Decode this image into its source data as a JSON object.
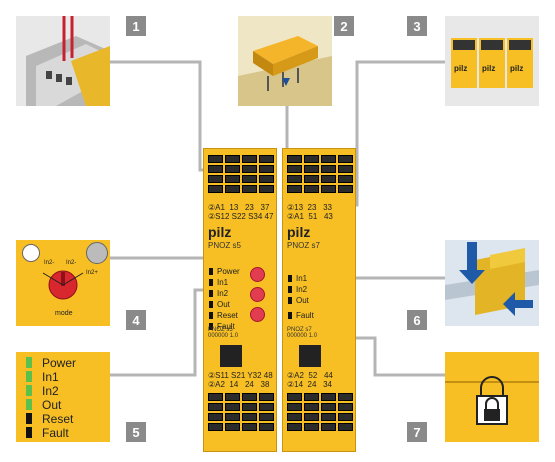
{
  "callouts": [
    "1",
    "2",
    "3",
    "4",
    "5",
    "6",
    "7"
  ],
  "colors": {
    "yellow": "#f7bf24",
    "connector_gray": "#b5b5b5",
    "badge_gray": "#8a8a8a",
    "led_green": "#5cc04c",
    "led_black": "#111111"
  },
  "module_left": {
    "top_labels": "②A1  13   23   37\n②S12 S22 S34 47",
    "logo": "pilz",
    "model": "PNOZ s5",
    "leds": [
      "Power",
      "In1",
      "In2",
      "Out",
      "Reset",
      "Fault"
    ],
    "serial": "PNOZ s5\n000000 1.0",
    "bottom_labels": "②S11 S21 Y32 48\n②A2  14   24   38"
  },
  "module_right": {
    "top_labels": "②13  23   33\n②A1  51   43",
    "logo": "pilz",
    "model": "PNOZ s7",
    "leds": [
      "In1",
      "In2",
      "Out",
      "Fault"
    ],
    "serial": "PNOZ s7\n000000 1.0",
    "bottom_labels": "②A2  52   44\n②14  24   34"
  },
  "mode_panel": {
    "label": "mode",
    "selector_labels": [
      "In2-",
      "In2-",
      "In2+"
    ]
  },
  "led_panel": {
    "items": [
      {
        "label": "Power",
        "color": "#5cc04c"
      },
      {
        "label": "In1",
        "color": "#5cc04c"
      },
      {
        "label": "In2",
        "color": "#5cc04c"
      },
      {
        "label": "Out",
        "color": "#5cc04c"
      },
      {
        "label": "Reset",
        "color": "#111111"
      },
      {
        "label": "Fault",
        "color": "#111111"
      }
    ]
  },
  "thumb3_labels": [
    "pilz",
    "pilz",
    "pilz"
  ]
}
